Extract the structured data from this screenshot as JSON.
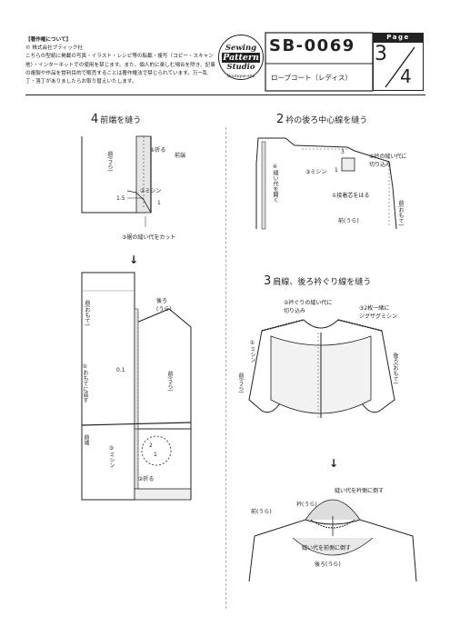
{
  "header": {
    "copyright_title": "【著作権について】",
    "copyright_owner": "© 株式会社ブティック社",
    "copyright_text": "こちらの型紙に掲載の写真・イラスト・レシピ等の転載・複写（コピー・スキャン他）・インターネットでの使用を禁じます。また、個人的に楽しむ場合を除き、記事の複製や作品を営利目的で販売することは著作権法で禁じられています。万一乱丁・落丁がありましたらお取り替えいたします。",
    "logo": {
      "line1": "Sewing",
      "line2": "Pattern",
      "line3": "Studio",
      "line4": "Boutique-sha"
    },
    "product_code": "SB-0069",
    "product_name": "ローブコート（レディス）",
    "page_label": "Page",
    "page_current": "3",
    "page_total": "4"
  },
  "steps": {
    "s4": {
      "num": "4",
      "title": "前端を縫う",
      "a_front_ura": "前(うら)",
      "a_fold1": "①折る",
      "a_front_edge": "前端",
      "a_sewing2": "②ミシン",
      "a_15": "1.5",
      "a_1": "1",
      "a_cut3": "③裾の縫い代をカット",
      "b_back_ura": "後ろ\n(うら)",
      "b_mae_omote": "前(おもて)",
      "b_fold_back1": "①おもてに返す",
      "b_01": "0.1",
      "b_mae_ura": "前(うら)",
      "b_front_edge": "前端",
      "b_sewing3": "③ミシン",
      "b_fold2": "②折る",
      "b_2": "2",
      "b_1": "1"
    },
    "s2": {
      "num": "2",
      "title": "衿の後ろ中心線を縫う",
      "collar_fold": "②衿の縫い代に\n切り込み",
      "open_seam": "④縫い代を開く",
      "sewing3": "③ミシン",
      "num3": "3",
      "num1": "1",
      "tape1": "①接着芯をはる",
      "mae_omote": "前(おもて)",
      "mae_ura": "前(うら)"
    },
    "s3": {
      "num": "3",
      "title": "肩線、後ろ衿ぐり線を縫う",
      "notch1": "②衿ぐりの縫い代に\n切り込み",
      "zigzag3": "③2枚一緒に\nジグザグミシン",
      "sewing1": "①ミシン",
      "mae_ura": "前(うら)",
      "back_omote": "後ろ(おもて)",
      "c_collar_side": "縫い代を衿側に倒す",
      "c_mae_ura": "前(うら)",
      "c_eri_ura": "衿(うら)",
      "c_front_side": "縫い代を前側に倒す",
      "c_back_ura": "後ろ(うら)"
    }
  }
}
